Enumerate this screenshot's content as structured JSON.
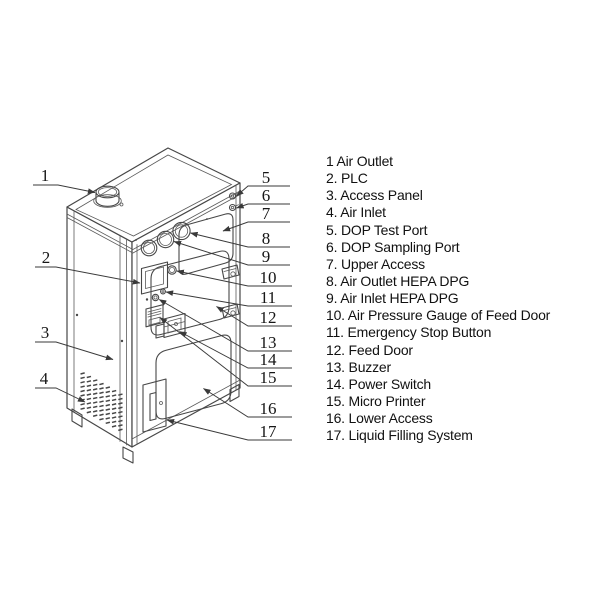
{
  "legend": {
    "items": [
      {
        "text": "1 Air Outlet"
      },
      {
        "text": "2. PLC"
      },
      {
        "text": "3. Access Panel"
      },
      {
        "text": "4. Air Inlet"
      },
      {
        "text": "5. DOP Test Port"
      },
      {
        "text": "6. DOP Sampling Port"
      },
      {
        "text": "7. Upper Access"
      },
      {
        "text": "8. Air Outlet HEPA DPG"
      },
      {
        "text": "9. Air Inlet HEPA DPG"
      },
      {
        "text": "10. Air Pressure Gauge of Feed Door"
      },
      {
        "text": "11. Emergency Stop Button"
      },
      {
        "text": "12. Feed Door"
      },
      {
        "text": "13. Buzzer"
      },
      {
        "text": "14. Power Switch"
      },
      {
        "text": "15. Micro Printer"
      },
      {
        "text": "16. Lower Access"
      },
      {
        "text": "17. Liquid Filling System"
      }
    ]
  },
  "callouts": {
    "labels": [
      "1",
      "2",
      "3",
      "4",
      "5",
      "6",
      "7",
      "8",
      "9",
      "10",
      "11",
      "12",
      "13",
      "14",
      "15",
      "16",
      "17"
    ]
  },
  "colors": {
    "background": "#ffffff",
    "line": "#474747",
    "text": "#111111"
  }
}
